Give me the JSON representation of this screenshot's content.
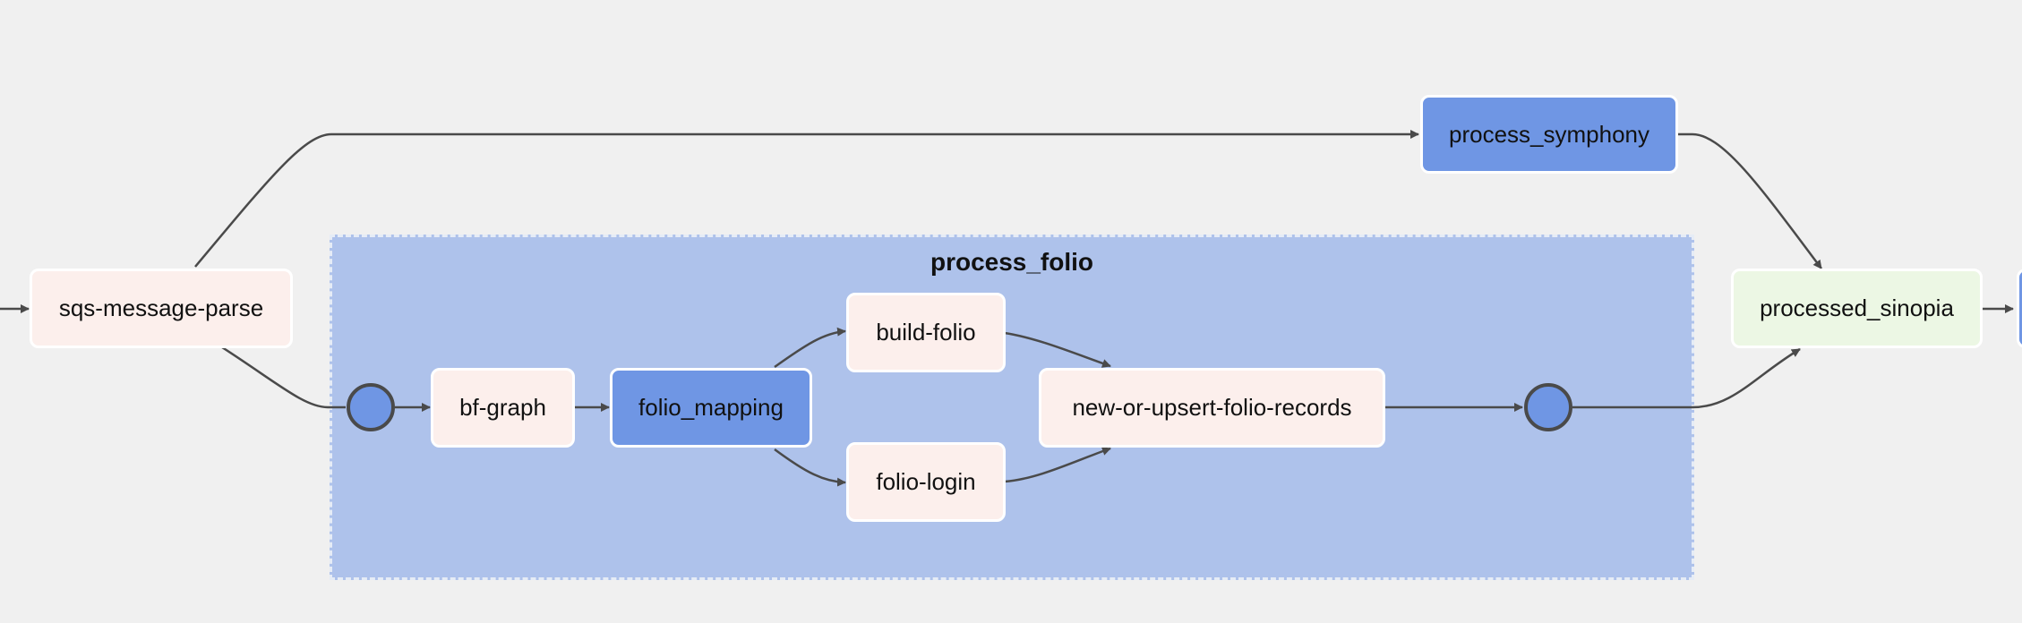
{
  "diagram": {
    "group": {
      "title": "process_folio",
      "color": "#aec2eb"
    },
    "nodes": {
      "sqs_message_parse": "sqs-message-parse",
      "process_symphony": "process_symphony",
      "bf_graph": "bf-graph",
      "folio_mapping": "folio_mapping",
      "build_folio": "build-folio",
      "folio_login": "folio-login",
      "new_or_upsert": "new-or-upsert-folio-records",
      "processed_sinopia": "processed_sinopia"
    },
    "colors": {
      "task": "#fcefec",
      "mapped": "#6f96e4",
      "success": "#ecf7e4",
      "edge": "#4a4a4a",
      "background": "#f0f0f0"
    }
  }
}
